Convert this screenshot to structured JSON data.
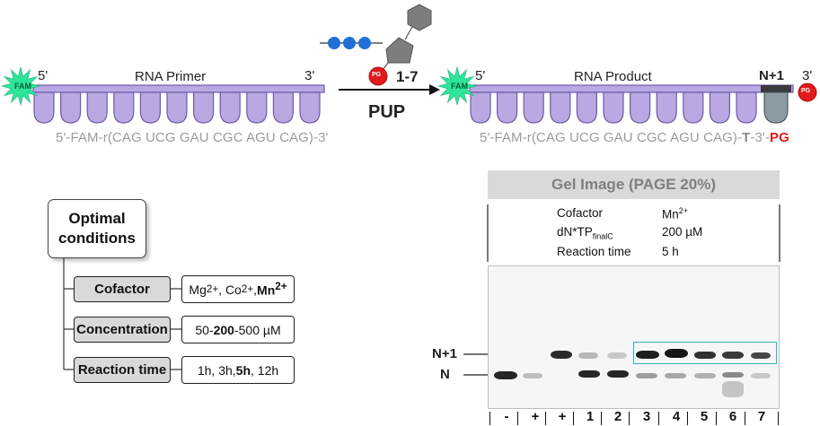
{
  "primer": {
    "five_prime": "5'",
    "three_prime": "3'",
    "title": "RNA Primer",
    "fam": "FAM",
    "sequence": "5'-FAM-r(CAG UCG GAU CGC AGU CAG)-3'"
  },
  "reaction": {
    "compounds": "1-7",
    "enzyme": "PUP",
    "phosphate": "P",
    "pg": "PG"
  },
  "product": {
    "five_prime": "5'",
    "three_prime": "3'",
    "title": "RNA Product",
    "n_plus_one": "N+1",
    "fam": "FAM",
    "pg": "PG",
    "sequence_main": "5'-FAM-r(CAG UCG GAU CGC AGU CAG)-",
    "sequence_t": "T",
    "sequence_end": "-3'-",
    "sequence_pg": "PG"
  },
  "conditions": {
    "title_line1": "Optimal",
    "title_line2": "conditions",
    "rows": [
      {
        "label": "Cofactor",
        "value_html": "Mg<sup>2+</sup>, Co<sup>2+</sup>, <b>Mn<sup>2+</sup></b>"
      },
      {
        "label": "Concentration",
        "value_html": "50-<b>200</b>-500 µM"
      },
      {
        "label": "Reaction time",
        "value_html": "1h, 3h, <b>5h</b>, 12h"
      }
    ]
  },
  "gel": {
    "header": "Gel Image (PAGE 20%)",
    "cond_labels": [
      "Cofactor",
      "dN*TP",
      "Reaction time"
    ],
    "cond_sub": "finalC",
    "cond_values": [
      "Mn",
      "200 µM",
      "5 h"
    ],
    "mn_sup": "2+",
    "band_labels": {
      "upper": "N+1",
      "lower": "N"
    },
    "lanes": [
      "-",
      "+",
      "+",
      "1",
      "2",
      "3",
      "4",
      "5",
      "6",
      "7"
    ]
  },
  "colors": {
    "strand": "#b9a8e2",
    "strand_edge": "#6d5ba6",
    "fam": "#2ee59a",
    "phosphate": "#1f6fd6",
    "pg": "#e11b1b",
    "sugar": "#7d7d7d",
    "box_highlight": "#31b3b3"
  }
}
